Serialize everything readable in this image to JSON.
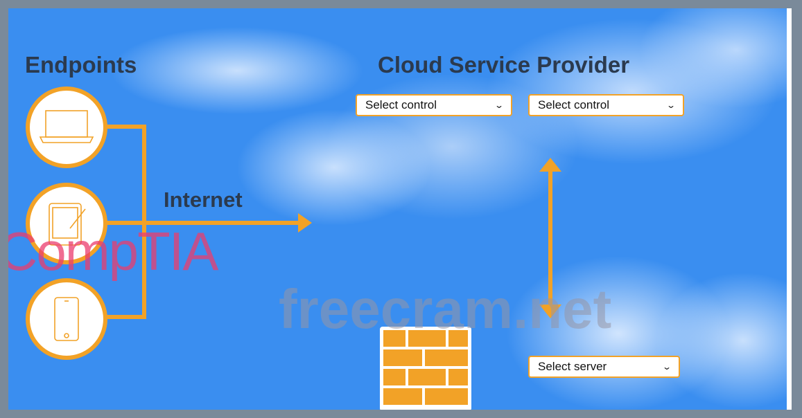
{
  "diagram": {
    "endpoints_title": "Endpoints",
    "internet_label": "Internet",
    "csp_title": "Cloud Service Provider",
    "endpoint_icons": [
      "laptop-icon",
      "tablet-icon",
      "smartphone-icon"
    ],
    "selects": {
      "control_1": "Select control",
      "control_2": "Select control",
      "server": "Select server"
    },
    "watermarks": {
      "brand": "CompTIA",
      "site": "freecram.net"
    },
    "colors": {
      "background": "#3a8ef0",
      "accent": "#f2a227",
      "text": "#2b3a4e"
    }
  }
}
